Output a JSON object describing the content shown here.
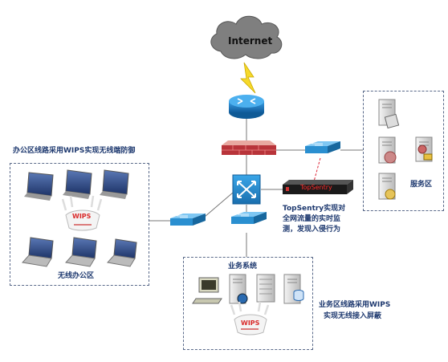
{
  "internet": {
    "label": "Internet"
  },
  "office": {
    "title": "办公区线路采用WIPS实现无线端防御",
    "area_label": "无线办公区",
    "ap_label": "WIPS"
  },
  "server": {
    "area_label": "服务区"
  },
  "business": {
    "title": "业务系统",
    "ap_label": "WIPS",
    "note_line1": "业务区线路采用WIPS",
    "note_line2": "实现无线接入屏蔽"
  },
  "topsentry": {
    "device_label": "TopSentry",
    "note_line1": "TopSentry实现对",
    "note_line2": "全网流量的实时监",
    "note_line3": "测，发现入侵行为"
  },
  "colors": {
    "internet_cloud": "#7f7f7f",
    "router": "#1e7ec8",
    "firewall": "#b8343a",
    "switch": "#2a8fd0",
    "zone_border": "#5a6a8a",
    "topsentry_body": "#1a1a1a",
    "topsentry_text": "#ff2b2b",
    "label_text": "#1f3a70"
  }
}
